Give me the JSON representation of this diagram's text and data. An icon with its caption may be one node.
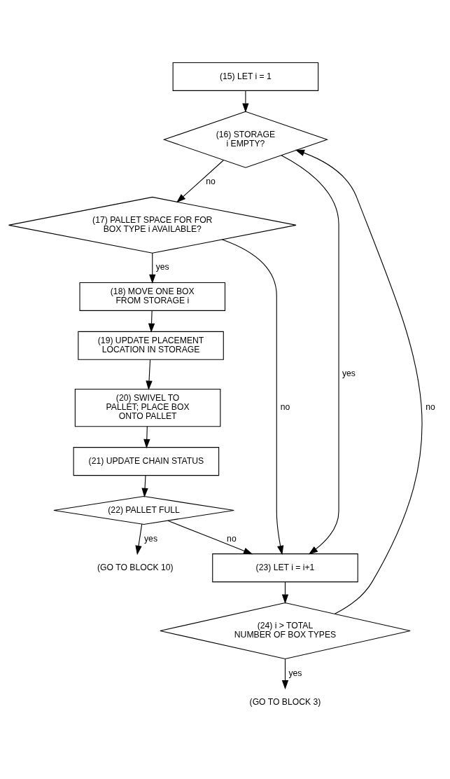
{
  "diagram": {
    "nodes": [
      {
        "text": [
          "(15) LET i = 1"
        ]
      },
      {
        "text": [
          "(16) STORAGE i EMPTY?"
        ]
      },
      {
        "text": [
          "(17) PALLET SPACE FOR FOR BOX TYPE i AVAILABLE?"
        ]
      },
      {
        "text": [
          "(18) MOVE ONE BOX FROM STORAGE i"
        ]
      },
      {
        "text": [
          "(19) UPDATE PLACEMENT LOCATION IN STORAGE"
        ]
      },
      {
        "text": [
          "(20) SWIVEL TO PALLET; PLACE BOX ONTO PALLET"
        ]
      },
      {
        "text": [
          "(21) UPDATE CHAIN STATUS"
        ]
      },
      {
        "text": [
          "(22) PALLET FULL"
        ]
      },
      {
        "text": [
          "(GO TO BLOCK 10)"
        ]
      },
      {
        "text": [
          "(23) LET i = i+1"
        ]
      },
      {
        "text": [
          "(24) i > TOTAL NUMBER OF BOX TYPES"
        ]
      },
      {
        "text": [
          "(GO TO BLOCK 3)"
        ]
      }
    ],
    "edges": [
      {
        "from": 0,
        "to": 1,
        "arrow": "to"
      },
      {
        "from": 1,
        "to": 9,
        "arrow": "to",
        "label": "yes"
      },
      {
        "from": 1,
        "to": 2,
        "arrow": "to",
        "label": "no"
      },
      {
        "from": 2,
        "to": 9,
        "arrow": "to",
        "label": "no"
      },
      {
        "from": 2,
        "to": 3,
        "arrow": "to",
        "label": "yes"
      },
      {
        "from": 3,
        "to": 4,
        "arrow": "to"
      },
      {
        "from": 4,
        "to": 5,
        "arrow": "to"
      },
      {
        "from": 5,
        "to": 6,
        "arrow": "to"
      },
      {
        "from": 6,
        "to": 7,
        "arrow": "to"
      },
      {
        "from": 7,
        "to": 8,
        "arrow": "to",
        "label": "yes"
      },
      {
        "from": 7,
        "to": 9,
        "arrow": "to",
        "label": "no"
      },
      {
        "from": 9,
        "to": 10,
        "arrow": "to"
      },
      {
        "from": 10,
        "to": 1,
        "arrow": "to",
        "label": "no"
      },
      {
        "from": 10,
        "to": 11,
        "arrow": "to",
        "label": "yes"
      }
    ]
  }
}
